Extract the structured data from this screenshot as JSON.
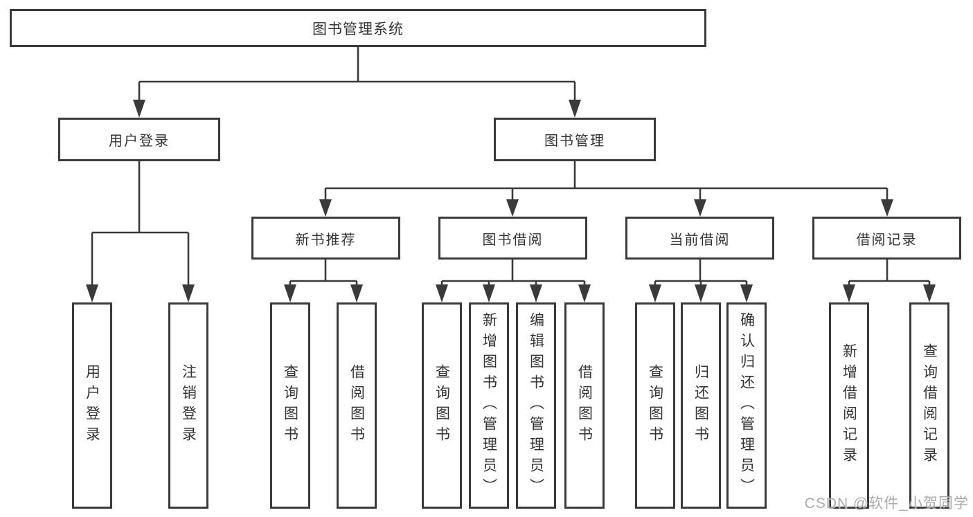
{
  "diagram": {
    "type": "hierarchy-tree",
    "colors": {
      "line": "#3a3a3a",
      "box_border": "#3a3a3a",
      "box_fill": "#ffffff",
      "text": "#333333",
      "watermark": "#9e9e9e"
    },
    "watermark": "CSDN @软件_小贺同学"
  },
  "tree": {
    "label": "图书管理系统",
    "children": [
      {
        "label": "用户登录",
        "children": [
          {
            "label": "用户登录"
          },
          {
            "label": "注销登录"
          }
        ]
      },
      {
        "label": "图书管理",
        "children": [
          {
            "label": "新书推荐",
            "children": [
              {
                "label": "查询图书"
              },
              {
                "label": "借阅图书"
              }
            ]
          },
          {
            "label": "图书借阅",
            "children": [
              {
                "label": "查询图书"
              },
              {
                "label": "新增图书（管理员）"
              },
              {
                "label": "编辑图书（管理员）"
              },
              {
                "label": "借阅图书"
              }
            ]
          },
          {
            "label": "当前借阅",
            "children": [
              {
                "label": "查询图书"
              },
              {
                "label": "归还图书"
              },
              {
                "label": "确认归还（管理员）"
              }
            ]
          },
          {
            "label": "借阅记录",
            "children": [
              {
                "label": "新增借阅记录"
              },
              {
                "label": "查询借阅记录"
              }
            ]
          }
        ]
      }
    ]
  }
}
